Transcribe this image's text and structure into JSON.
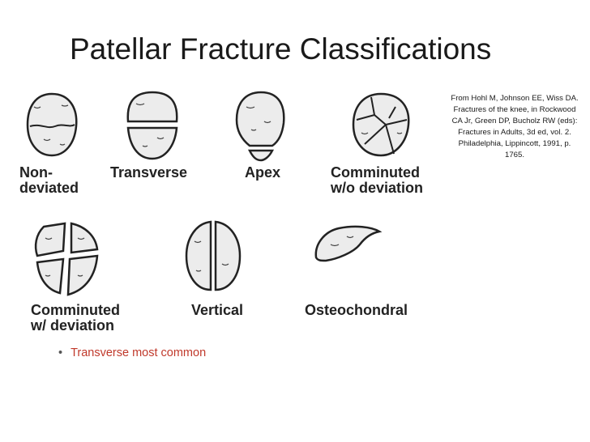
{
  "slide": {
    "title": "Patellar Fracture Classifications",
    "citation_lines": [
      "From Hohl M, Johnson EE, Wiss DA.",
      "Fractures of the knee, in Rockwood",
      "CA Jr, Green DP, Bucholz RW (eds):",
      "Fractures in Adults, 3d ed, vol. 2.",
      "Philadelphia, Lippincott, 1991, p.",
      "1765."
    ],
    "bullet": "Transverse most common",
    "accent_color": "#c0392b"
  },
  "figure": {
    "types": [
      {
        "label_lines": [
          "Non-",
          "deviated"
        ],
        "icon": "patella-nondeviated-icon"
      },
      {
        "label_lines": [
          "Transverse"
        ],
        "icon": "patella-transverse-icon"
      },
      {
        "label_lines": [
          "Apex"
        ],
        "icon": "patella-apex-icon"
      },
      {
        "label_lines": [
          "Comminuted",
          "w/o deviation"
        ],
        "icon": "patella-comminuted-icon"
      },
      {
        "label_lines": [
          "Comminuted",
          "w/ deviation"
        ],
        "icon": "patella-comminuted-deviated-icon"
      },
      {
        "label_lines": [
          "Vertical"
        ],
        "icon": "patella-vertical-icon"
      },
      {
        "label_lines": [
          "Osteochondral"
        ],
        "icon": "patella-osteochondral-icon"
      }
    ]
  }
}
